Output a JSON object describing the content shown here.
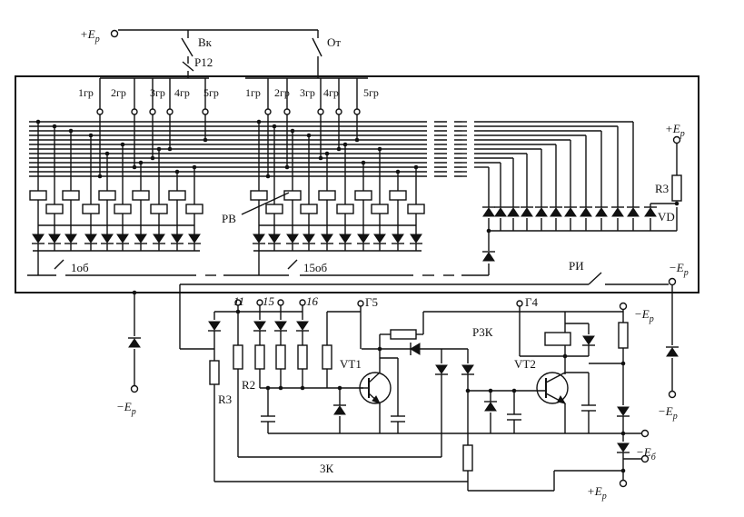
{
  "labels": {
    "supply_top": "+E",
    "supply_sub": "р",
    "switch_vk": "Вк",
    "switch_ot": "От",
    "relay_p12": "Р12",
    "group_left": [
      "1гр",
      "2гр",
      "3гр",
      "4гр",
      "5гр"
    ],
    "group_right": [
      "1гр",
      "2гр",
      "3гр",
      "4гр",
      "5гр"
    ],
    "relay_pv": "РВ",
    "ob_1": "1об",
    "ob_15": "15об",
    "ri": "РИ",
    "minus_er_right": "−E",
    "r3_top": "R3",
    "vd": "VD",
    "plus_er_right": "+E",
    "minus_er_left": "−E",
    "t11": "11",
    "t15": "15",
    "t16": "16",
    "g5": "Г5",
    "g4": "Г4",
    "r3k": "Р3К",
    "vt1": "VT1",
    "vt2": "VT2",
    "r2": "R2",
    "r3_low": "R3",
    "zk": "3К",
    "minus_er_r1": "−E",
    "minus_er_r2": "−E",
    "minus_eb": "−E",
    "eb_sub": "б",
    "plus_er_bottom": "+E"
  }
}
